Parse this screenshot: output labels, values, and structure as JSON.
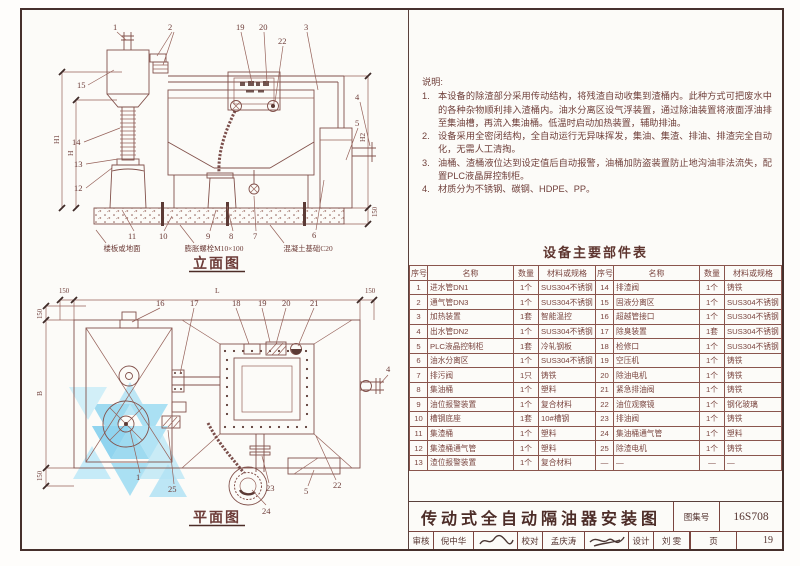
{
  "colors": {
    "ink": "#6d3c38",
    "line": "#82514b",
    "frame": "#46302c",
    "watermark_blues": [
      "#7fd0ee",
      "#a8e0f5",
      "#6cc8ec",
      "#b5e6f8"
    ]
  },
  "elevation": {
    "caption": "立面图",
    "dim_labels": {
      "h1": "H1",
      "h": "H",
      "h2": "H2",
      "right_150": "150"
    },
    "annotations": {
      "floor": "楼板或地面",
      "anchor_bolt": "膨胀螺栓M10×100",
      "concrete_base": "混凝土基础C20"
    },
    "callouts_top": [
      "1",
      "2",
      "19",
      "20",
      "22",
      "3"
    ],
    "callouts_left": [
      "15",
      "14",
      "13",
      "12"
    ],
    "callouts_right": [
      "4",
      "5"
    ],
    "callouts_bottom": [
      "11",
      "10",
      "9",
      "8",
      "7",
      "6"
    ]
  },
  "plan": {
    "caption": "平面图",
    "dim_labels": {
      "l": "L",
      "b": "B",
      "top_left_150": "150",
      "top_right_150": "150",
      "left_top_150": "150",
      "left_bottom_150": "150"
    },
    "callouts_top": [
      "16",
      "17",
      "18",
      "19",
      "20",
      "21"
    ],
    "callouts_right": [
      "4"
    ],
    "callouts_bottom": [
      "1",
      "25",
      "24",
      "23",
      "5",
      "22"
    ]
  },
  "notes": {
    "title": "说明:",
    "items": [
      {
        "no": "1.",
        "text": "本设备的除渣部分采用传动结构，将残渣自动收集到渣桶内。此种方式可把废水中的各种杂物顺利排入渣桶内。油水分离区设气浮装置，通过除油装置将液面浮油排至集油槽，再流入集油桶。低温时启动加热装置，辅助排油。"
      },
      {
        "no": "2.",
        "text": "设备采用全密闭结构，全自动运行无异味挥发，集油、集渣、排油、排渣完全自动化，无需人工清掏。"
      },
      {
        "no": "3.",
        "text": "油桶、渣桶液位达到设定值后自动报警，油桶加防盗装置防止地沟油非法流失，配置PLC液晶屏控制柜。"
      },
      {
        "no": "4.",
        "text": "材质分为不锈钢、碳钢、HDPE、PP。"
      }
    ]
  },
  "parts_table": {
    "title": "设备主要部件表",
    "headers": [
      "序号",
      "名称",
      "数量",
      "材料或规格",
      "序号",
      "名称",
      "数量",
      "材料或规格"
    ],
    "rows": [
      [
        "1",
        "进水管DN1",
        "1个",
        "SUS304不锈钢",
        "14",
        "排渣阀",
        "1个",
        "铸铁"
      ],
      [
        "2",
        "通气管DN3",
        "1个",
        "SUS304不锈钢",
        "15",
        "固液分离区",
        "1个",
        "SUS304不锈钢"
      ],
      [
        "3",
        "加热装置",
        "1套",
        "智能温控",
        "16",
        "超越管接口",
        "1个",
        "SUS304不锈钢"
      ],
      [
        "4",
        "出水管DN2",
        "1个",
        "SUS304不锈钢",
        "17",
        "除臭装置",
        "1套",
        "SUS304不锈钢"
      ],
      [
        "5",
        "PLC液晶控制柜",
        "1套",
        "冷轧钢板",
        "18",
        "检修口",
        "1个",
        "SUS304不锈钢"
      ],
      [
        "6",
        "油水分离区",
        "1个",
        "SUS304不锈钢",
        "19",
        "空压机",
        "1个",
        "铸铁"
      ],
      [
        "7",
        "排污阀",
        "1只",
        "铸铁",
        "20",
        "除油电机",
        "1个",
        "铸铁"
      ],
      [
        "8",
        "集油桶",
        "1个",
        "塑料",
        "21",
        "紧急排油阀",
        "1个",
        "铸铁"
      ],
      [
        "9",
        "油位报警装置",
        "1个",
        "复合材料",
        "22",
        "油位观察镜",
        "1个",
        "钢化玻璃"
      ],
      [
        "10",
        "槽钢底座",
        "1套",
        "10#槽钢",
        "23",
        "排油阀",
        "1个",
        "铸铁"
      ],
      [
        "11",
        "集渣桶",
        "1个",
        "塑料",
        "24",
        "集油桶通气管",
        "1个",
        "塑料"
      ],
      [
        "12",
        "集渣桶通气管",
        "1个",
        "塑料",
        "25",
        "除渣电机",
        "1个",
        "铸铁"
      ],
      [
        "13",
        "渣位报警装置",
        "1个",
        "复合材料",
        "—",
        "—",
        "—",
        "—"
      ]
    ]
  },
  "title_block": {
    "drawing_title": "传动式全自动隔油器安装图",
    "atlas_label": "图集号",
    "atlas_no": "16S708",
    "page_label": "页",
    "page_no": "19",
    "review_label": "审核",
    "reviewer": "倪中华",
    "check_label": "校对",
    "checker": "孟庆涛",
    "design_label": "设计",
    "designer": "刘 雯"
  }
}
